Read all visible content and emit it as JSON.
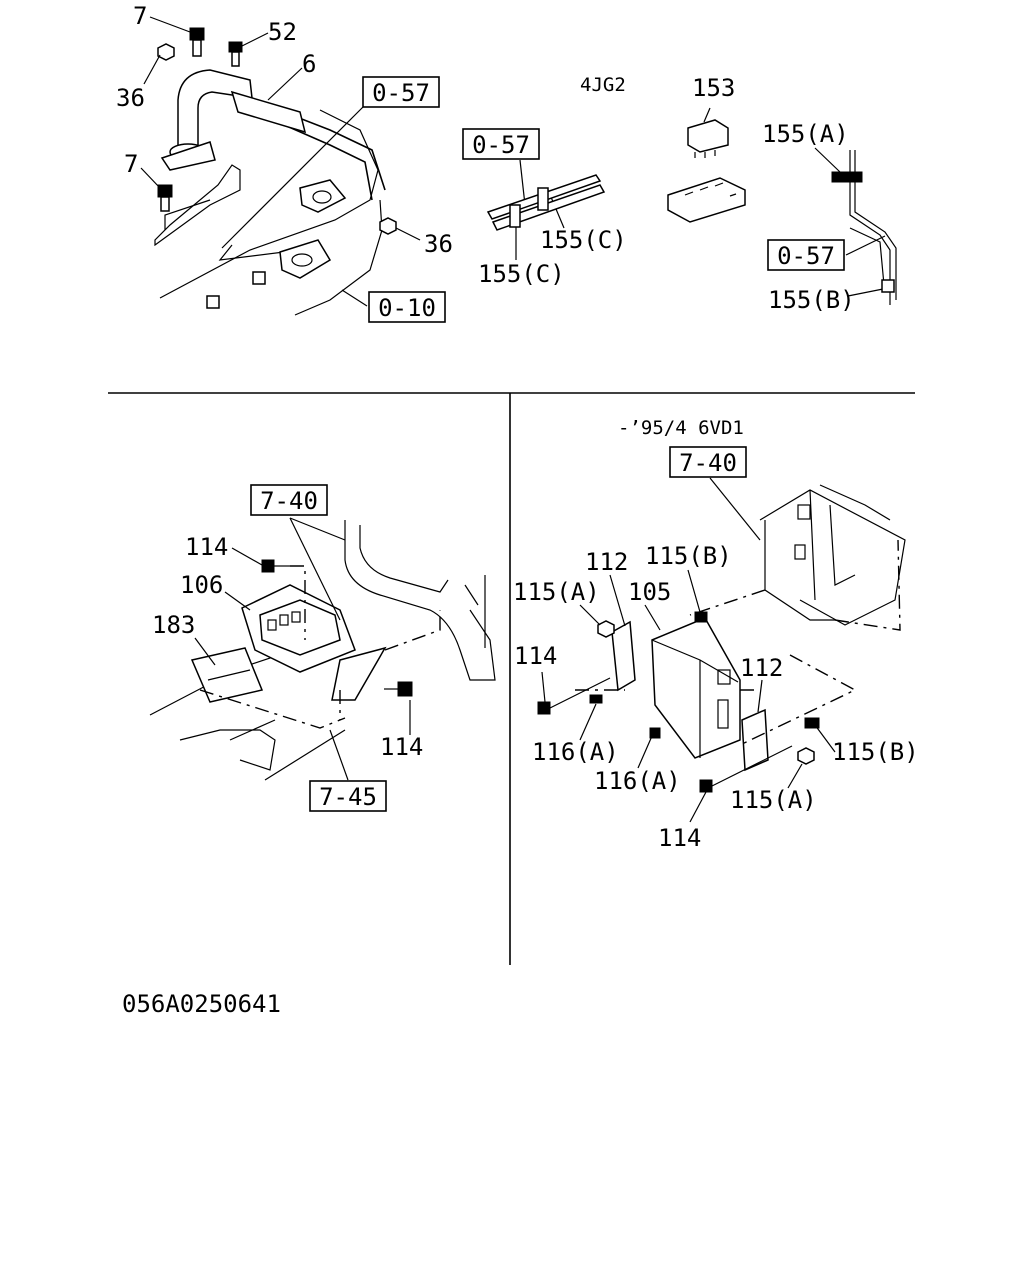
{
  "drawing_id": "056A0250641",
  "top_section": {
    "variant_label": "4JG2",
    "part_numbers": {
      "p7a": "7",
      "p52": "52",
      "p36a": "36",
      "p6": "6",
      "p7b": "7",
      "p36b": "36",
      "p153": "153",
      "p155a": "155(A)",
      "p155c_right": "155(C)",
      "p155c_left": "155(C)",
      "p155b": "155(B)"
    },
    "ref_boxes": {
      "ref057_a": "0-57",
      "ref057_b": "0-57",
      "ref057_c": "0-57",
      "ref010": "0-10"
    }
  },
  "bottom_left": {
    "part_numbers": {
      "p114a": "114",
      "p106": "106",
      "p183": "183",
      "p114b": "114"
    },
    "ref_boxes": {
      "ref740": "7-40",
      "ref745": "7-45"
    }
  },
  "bottom_right": {
    "variant_label": "-’95/4  6VD1",
    "part_numbers": {
      "p112a": "112",
      "p115b_a": "115(B)",
      "p115a_a": "115(A)",
      "p105": "105",
      "p114a": "114",
      "p112b": "112",
      "p116a_a": "116(A)",
      "p116a_b": "116(A)",
      "p115b_b": "115(B)",
      "p115a_b": "115(A)",
      "p114b": "114"
    },
    "ref_boxes": {
      "ref740": "7-40"
    }
  }
}
